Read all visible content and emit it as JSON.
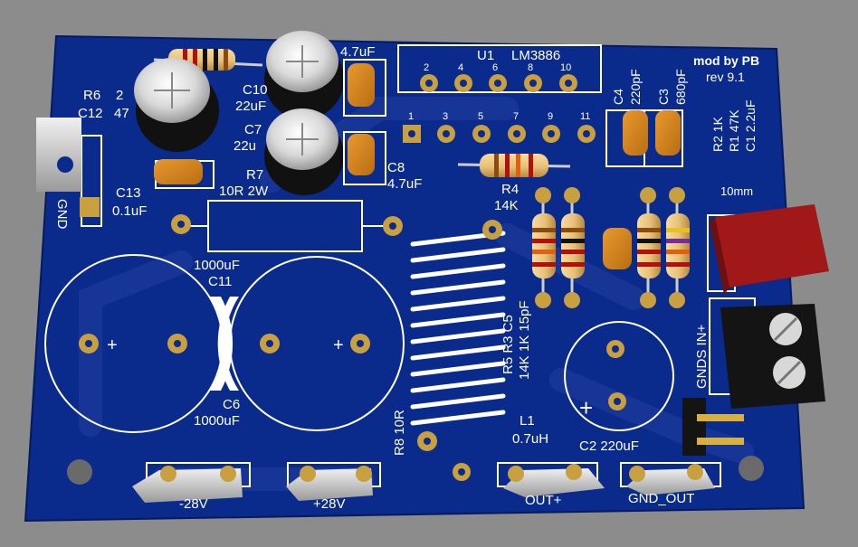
{
  "board": {
    "board_color": "#0a2a8c",
    "trace_color": "#1c3a9a",
    "silk_color": "#ffffff",
    "pad_color": "#c8a040",
    "cap_smd_color": "#d98a1f",
    "credit": "mod by PB",
    "revision": "rev 9.1"
  },
  "labels": {
    "u1": "U1",
    "chip": "LM3886",
    "c4_val": "220pF",
    "c4": "C4",
    "c3_val": "680pF",
    "c3": "C3",
    "r2": "R2 1K",
    "r1": "R1 47K",
    "c1": "C1 2.2uF",
    "pot_size": "10mm",
    "r6": "R6",
    "r6_val": "2",
    "c12": "C12",
    "c12_val": "47",
    "c10": "C10",
    "c10_val": "22uF",
    "c7": "C7",
    "c7_val": "22u",
    "top_47": "4.7uF",
    "c8": "C8",
    "c8_val": "4.7uF",
    "r7": "R7",
    "r7_val": "10R 2W",
    "c13": "C13",
    "c13_val": "0.1uF",
    "gnd_left": "GND",
    "r4": "R4",
    "r4_val": "14K",
    "c11_val": "1000uF",
    "c11": "C11",
    "c6": "C6",
    "c6_val": "1000uF",
    "mid_labels_1": "R5 R3 C5",
    "mid_labels_2": "14K 1K 15pF",
    "r8": "R8 10R",
    "l1": "L1",
    "l1_val": "0.7uH",
    "c2": "C2 220uF",
    "gnds_in": "GNDS IN+",
    "plus": "+",
    "term_neg": "-28V",
    "term_pos": "+28V",
    "term_out": "OUT+",
    "term_gnd": "GND_OUT"
  },
  "pins_top": [
    "2",
    "4",
    "6",
    "8",
    "10"
  ],
  "pins_bottom": [
    "1",
    "3",
    "5",
    "7",
    "9",
    "11"
  ]
}
